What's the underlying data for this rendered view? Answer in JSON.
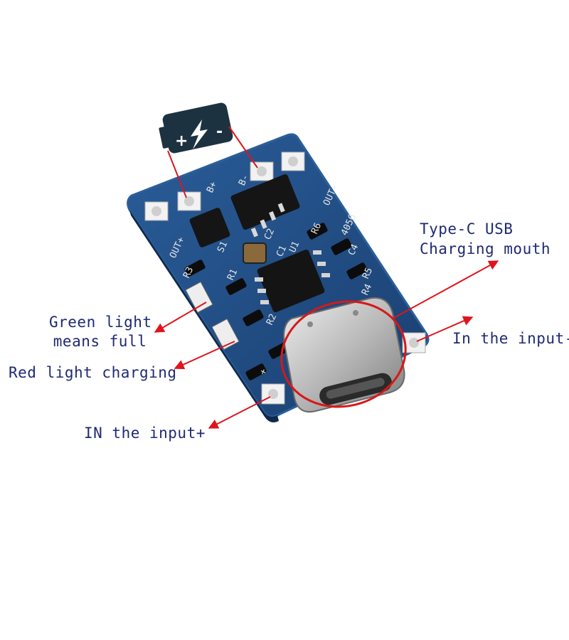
{
  "annotations": {
    "usb_port": {
      "line1": "Type-C USB",
      "line2": "Charging mouth"
    },
    "green_light": {
      "line1": "Green light",
      "line2": "means full"
    },
    "red_light": "Red light charging",
    "input_minus": "In the input-",
    "input_plus": "IN the input+"
  },
  "battery_icon": {
    "plus": "+",
    "minus": "-"
  },
  "board_silkscreen": {
    "b_plus": "B+",
    "b_minus": "B-",
    "out_plus": "OUT+",
    "out_minus": "OUT-",
    "model": "4056",
    "r3": "R3",
    "c2": "C2",
    "r6": "R6",
    "c4": "C4",
    "r5": "R5",
    "c1": "C1",
    "u1": "U1",
    "r1": "R1",
    "r2": "R2",
    "s1": "S1",
    "r4": "R4",
    "in_plus": "+"
  },
  "colors": {
    "pcb": "#1f4e84",
    "pcb_edge": "#2c5f9a",
    "label_text": "#1f2a73",
    "arrow": "#e0141c",
    "highlight_circle": "#d81818",
    "battery": "#1d3241"
  },
  "icons": [
    "battery-icon",
    "lightning-icon",
    "usb-c-port-icon"
  ]
}
